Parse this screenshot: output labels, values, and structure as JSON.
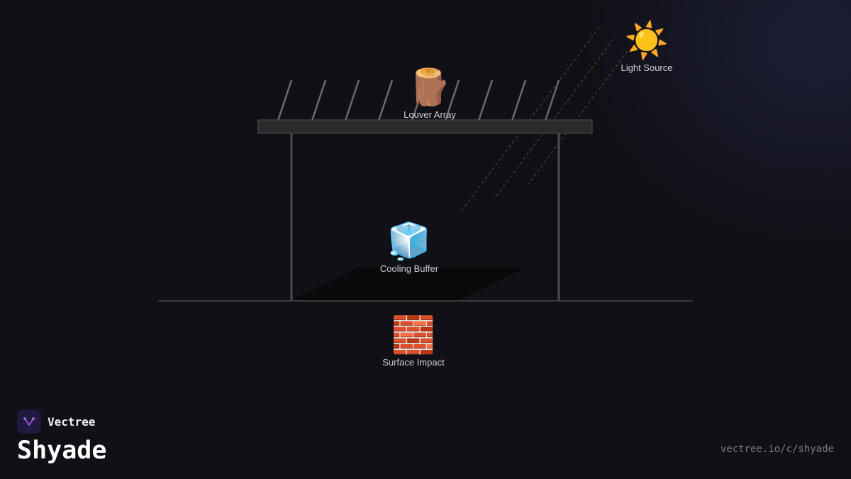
{
  "nodes": {
    "light_source": {
      "icon": "sun-icon",
      "glyph": "☀️",
      "label": "Light Source"
    },
    "louver_array": {
      "icon": "wood-log-icon",
      "glyph": "🪵",
      "label": "Louver Array"
    },
    "cooling_buffer": {
      "icon": "ice-cube-icon",
      "glyph": "🧊",
      "label": "Cooling Buffer"
    },
    "surface_impact": {
      "icon": "brick-wall-icon",
      "glyph": "🧱",
      "label": "Surface Impact"
    }
  },
  "brand": {
    "name": "Vectree",
    "product": "Shyade",
    "url": "vectree.io/c/shyade"
  },
  "colors": {
    "background": "#101016",
    "structure": "#5a5a5e",
    "roof": "#2a2a2c",
    "ray": "#8a8a40",
    "accent": "#a050e0"
  }
}
